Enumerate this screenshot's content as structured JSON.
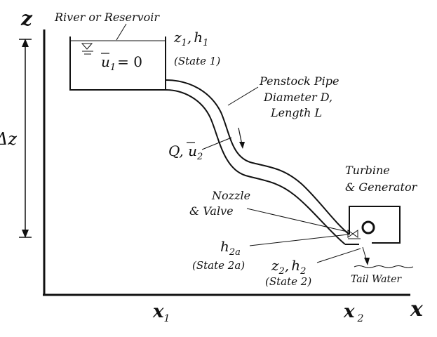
{
  "reservoir": {
    "label": "River or Reservoir",
    "velocity_symbol": "u",
    "velocity_subscript": "1",
    "velocity_value": "= 0"
  },
  "state1": {
    "z": "z",
    "z_sub": "1",
    "h": "h",
    "h_sub": "1",
    "caption": "(State 1)"
  },
  "penstock": {
    "line1": "Penstock Pipe",
    "line2": "Diameter D,",
    "line3": "Length L"
  },
  "flow": {
    "q": "Q",
    "u": "u",
    "u_sub": "2"
  },
  "turbine": {
    "line1": "Turbine",
    "line2": "& Generator"
  },
  "nozzle": {
    "line1": "Nozzle",
    "line2": "& Valve"
  },
  "state2a": {
    "h": "h",
    "h_sub": "2a",
    "caption": "(State 2a)"
  },
  "state2": {
    "z": "z",
    "z_sub": "2",
    "h": "h",
    "h_sub": "2",
    "caption": "(State 2)"
  },
  "tailwater": {
    "label": "Tail Water"
  },
  "axes": {
    "z_label": "z",
    "x_label": "x",
    "x1": "x",
    "x1_sub": "1",
    "x2": "x",
    "x2_sub": "2",
    "dz_label": "Δz"
  },
  "colors": {
    "ink": "#111111",
    "background": "#ffffff"
  }
}
